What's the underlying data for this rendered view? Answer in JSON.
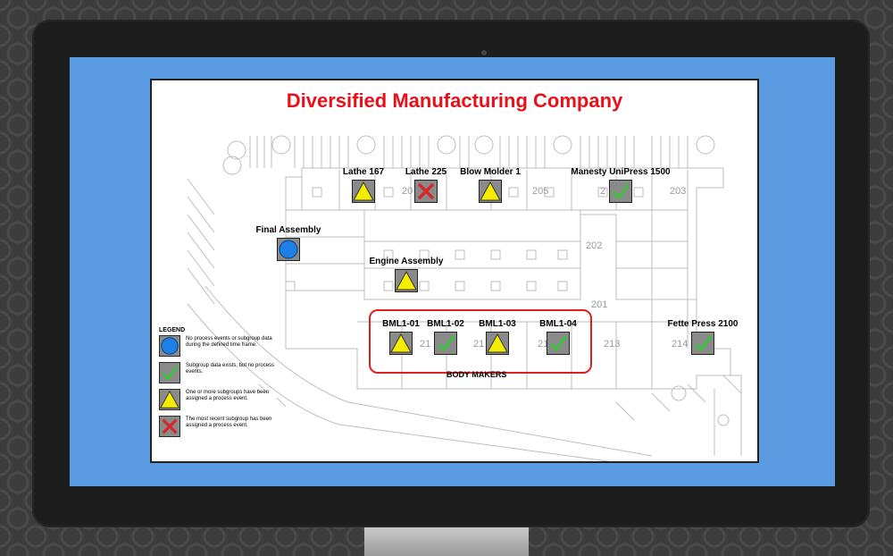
{
  "panel": {
    "title": "Diversified Manufacturing Company",
    "section_label": "BODY MAKERS",
    "room_numbers": [
      "205",
      "203",
      "202",
      "201",
      "213",
      "214",
      "21",
      "21",
      "21",
      "2",
      "20"
    ]
  },
  "machines": [
    {
      "label": "Lathe 167",
      "status": "warning"
    },
    {
      "label": "Lathe 225",
      "status": "error"
    },
    {
      "label": "Blow Molder 1",
      "status": "warning"
    },
    {
      "label": "Manesty UniPress 1500",
      "status": "ok"
    },
    {
      "label": "Final Assembly",
      "status": "no-data"
    },
    {
      "label": "Engine Assembly",
      "status": "warning"
    },
    {
      "label": "BML1-01",
      "status": "warning"
    },
    {
      "label": "BML1-02",
      "status": "ok"
    },
    {
      "label": "BML1-03",
      "status": "warning"
    },
    {
      "label": "BML1-04",
      "status": "ok"
    },
    {
      "label": "Fette Press 2100",
      "status": "ok"
    }
  ],
  "legend": {
    "title": "LEGEND",
    "items": [
      {
        "status": "no-data",
        "text": "No process events or subgroup data during the defined time frame."
      },
      {
        "status": "ok",
        "text": "Subgroup data exists, but no process events."
      },
      {
        "status": "warning",
        "text": "One or more subgroups have been assigned a process event."
      },
      {
        "status": "error",
        "text": "The most recent subgroup has been assigned a process event."
      }
    ]
  },
  "colors": {
    "title": "#e8111b",
    "screen": "#5b9be2",
    "no_data": "#1e7fe6",
    "ok": "#39c33a",
    "warning": "#f5ec00",
    "error": "#d62828",
    "highlight_box": "#e02020"
  },
  "icons": {
    "no-data": "blue-circle-icon",
    "ok": "green-check-icon",
    "warning": "yellow-triangle-icon",
    "error": "red-x-icon"
  }
}
